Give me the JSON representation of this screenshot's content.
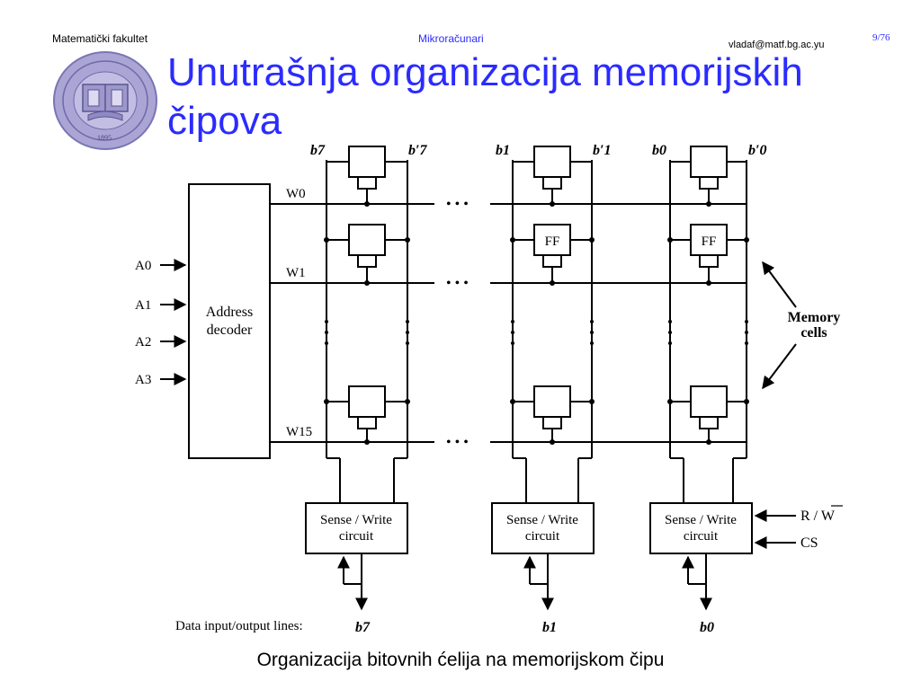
{
  "header": {
    "faculty": "Matematički fakultet",
    "course": "Mikroračunari",
    "email": "vladaf@matf.bg.ac.yu",
    "page": "9/76"
  },
  "logo": {
    "name": "faculty-seal",
    "year": "1895"
  },
  "title": {
    "line1": "Unutrašnja organizacija memorijskih",
    "line2": "čipova"
  },
  "diagram": {
    "bitlines": {
      "b7": "b7",
      "b7p": "b′7",
      "b1": "b1",
      "b1p": "b′1",
      "b0": "b0",
      "b0p": "b′0"
    },
    "words": [
      "W0",
      "W1",
      "W15"
    ],
    "address_inputs": [
      "A0",
      "A1",
      "A2",
      "A3"
    ],
    "decoder_line1": "Address",
    "decoder_line2": "decoder",
    "ff": "FF",
    "memory_cells_line1": "Memory",
    "memory_cells_line2": "cells",
    "sense_line1": "Sense / Write",
    "sense_line2": "circuit",
    "rw": "R / W",
    "cs": "CS",
    "data_lines_label": "Data input/output lines:",
    "outputs": [
      "b7",
      "b1",
      "b0"
    ],
    "ellipsis": "• • •"
  },
  "caption": "Organizacija bitovnih ćelija na memorijskom čipu",
  "colors": {
    "title": "#2b2bff",
    "course": "#2a2aff",
    "seal": "#8f89c4"
  }
}
